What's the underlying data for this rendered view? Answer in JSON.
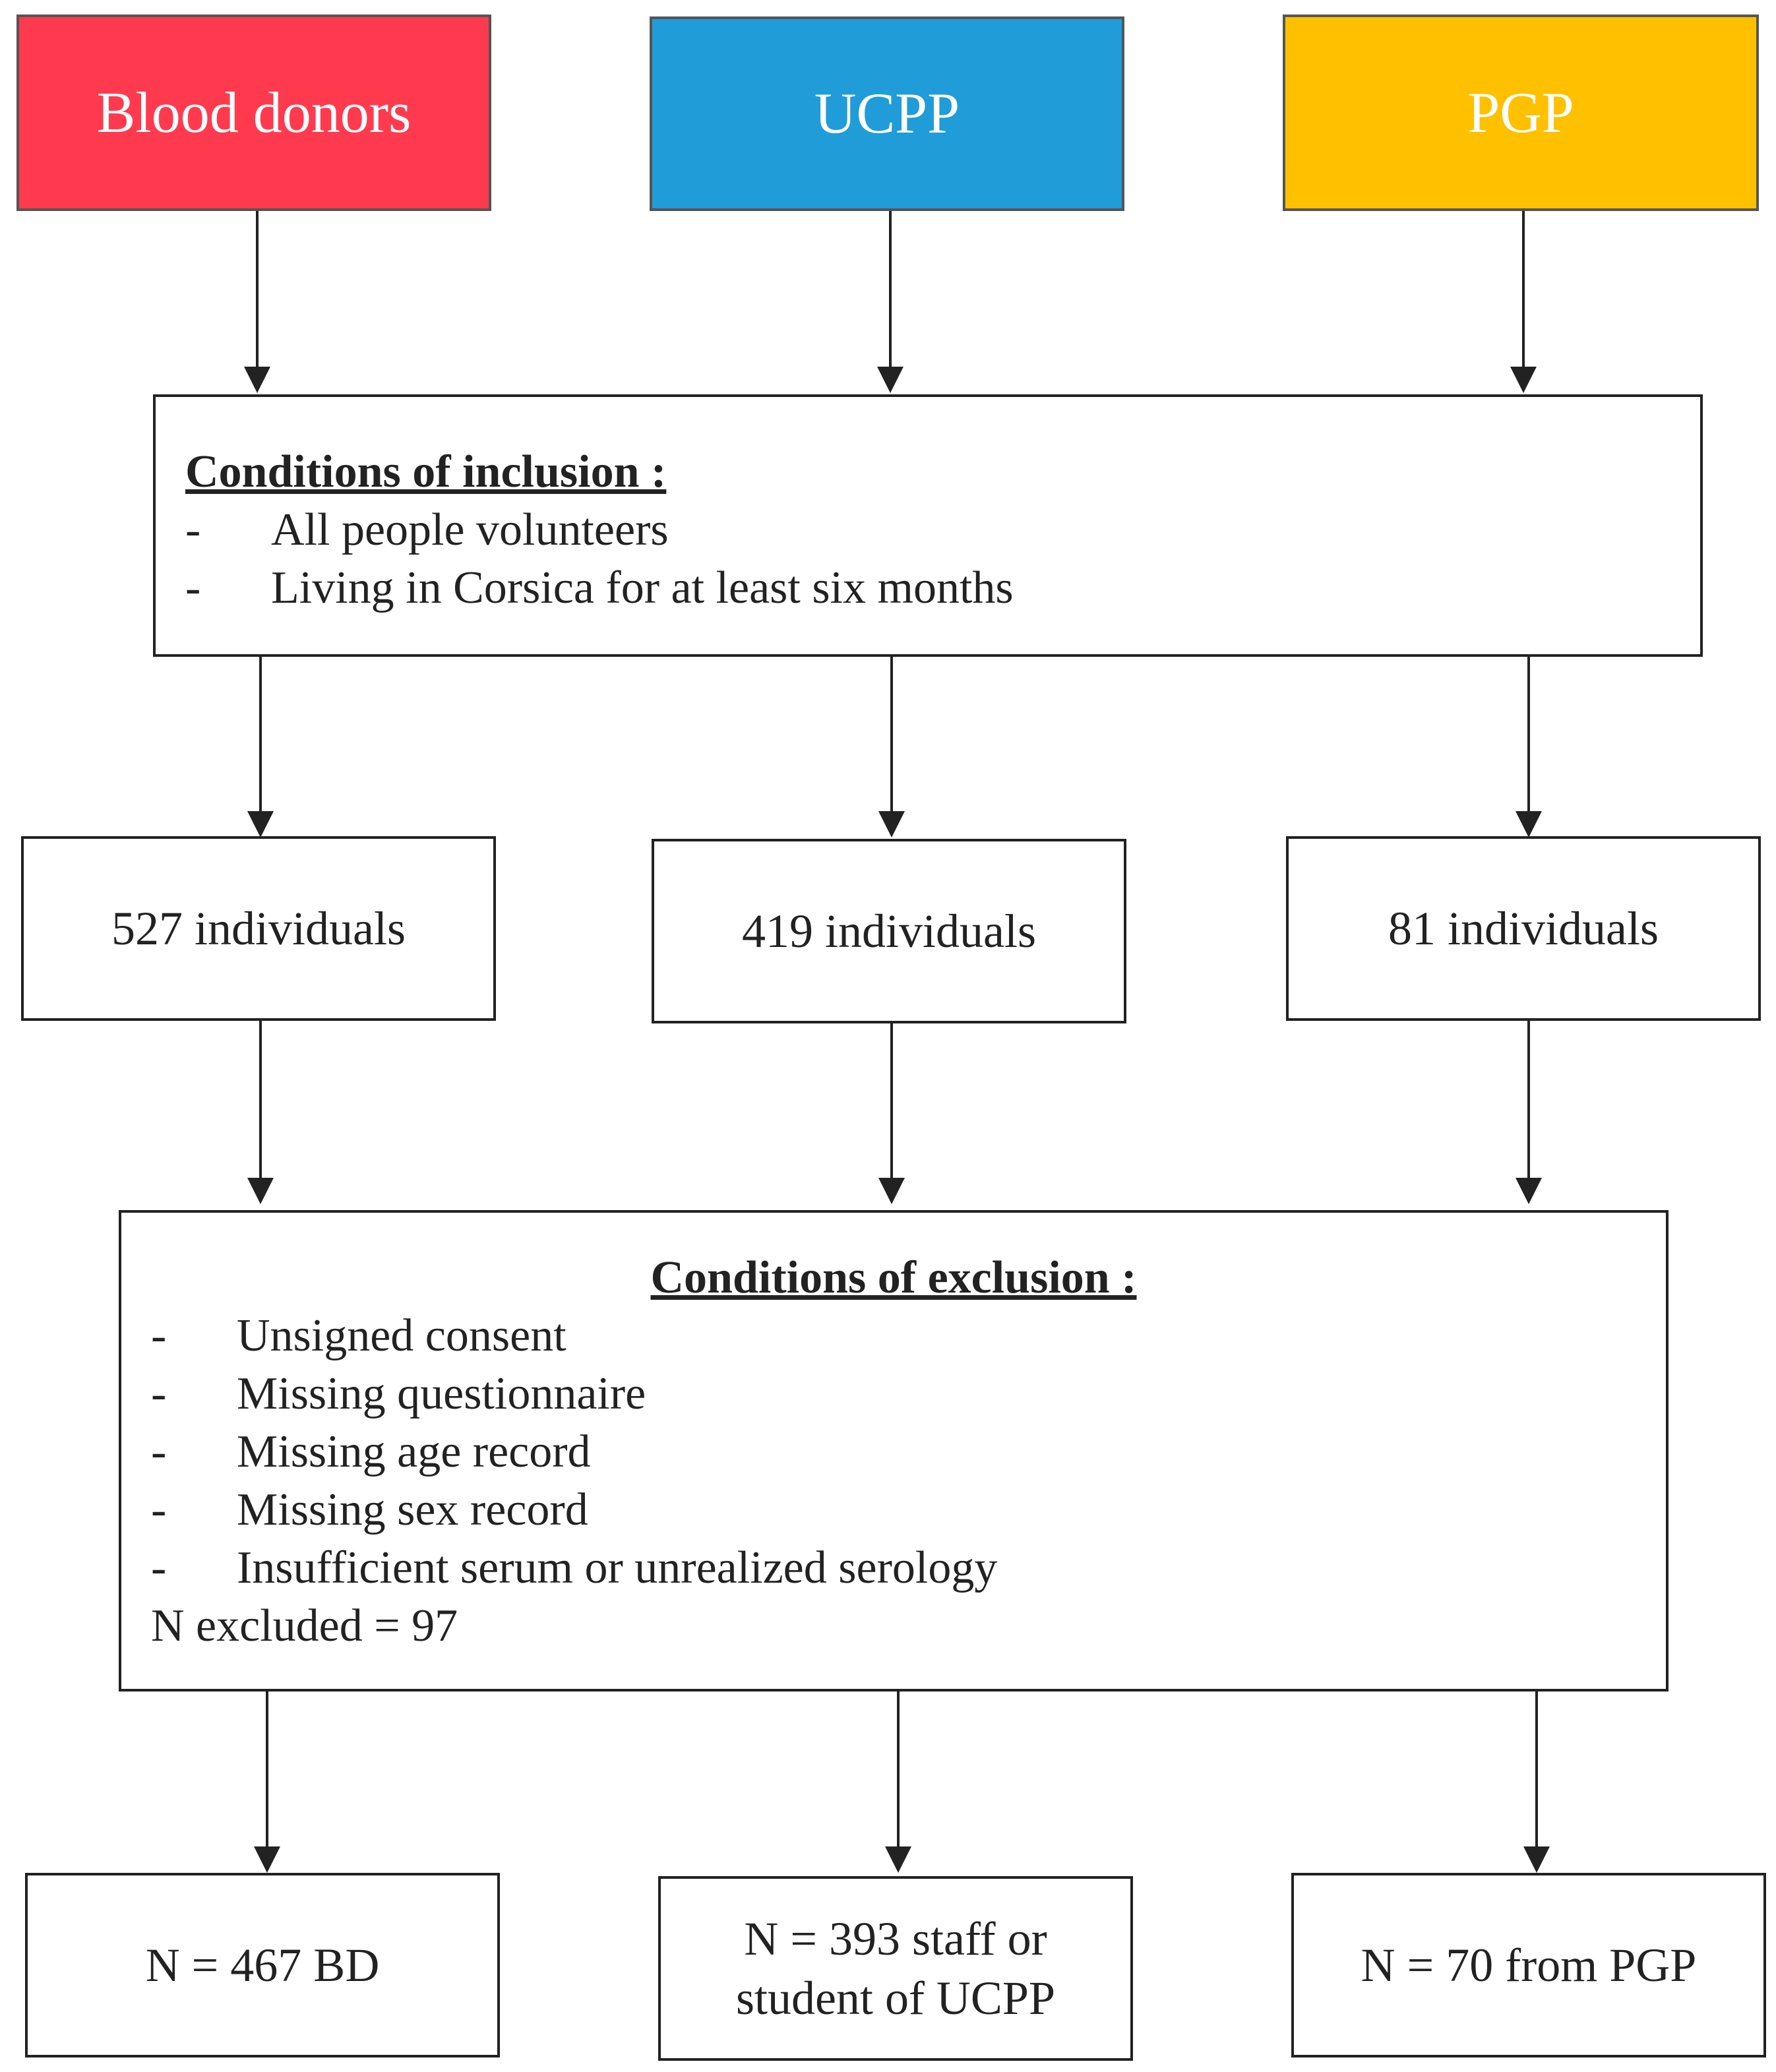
{
  "sources": [
    {
      "label": "Blood donors",
      "color": "#ff3a4f"
    },
    {
      "label": "UCPP",
      "color": "#209cd9"
    },
    {
      "label": "PGP",
      "color": "#ffc000"
    }
  ],
  "inclusion": {
    "heading": "Conditions of inclusion :",
    "items": [
      "All people volunteers",
      "Living in Corsica for at least six months"
    ]
  },
  "counts": [
    "527 individuals",
    "419 individuals",
    "81 individuals"
  ],
  "exclusion": {
    "heading": "Conditions of exclusion :",
    "items": [
      "Unsigned consent",
      "Missing questionnaire",
      "Missing age record",
      "Missing sex record",
      "Insufficient serum or unrealized serology"
    ],
    "total": "N excluded = 97"
  },
  "finals": [
    {
      "line1": "N = 467 BD",
      "line2": ""
    },
    {
      "line1": "N = 393 staff or",
      "line2": "student of UCPP"
    },
    {
      "line1": "N = 70 from PGP",
      "line2": ""
    }
  ]
}
